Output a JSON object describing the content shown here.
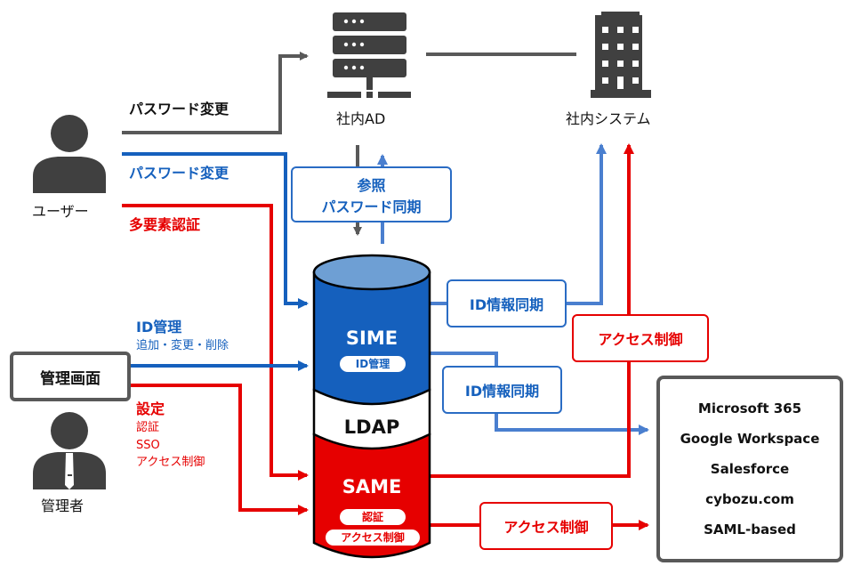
{
  "colors": {
    "gray": "#595959",
    "blue": "#1560bd",
    "light_blue": "#4a7fcf",
    "red": "#e60000",
    "icon": "#404040",
    "cyl_top": "#6e9fd4"
  },
  "nodes": {
    "ad": {
      "icon": "server-icon",
      "label": "社内AD"
    },
    "system": {
      "icon": "building-icon",
      "label": "社内システム"
    },
    "user": {
      "icon": "user-icon",
      "label": "ユーザー"
    },
    "admin": {
      "icon": "admin-icon",
      "label": "管理者"
    },
    "admin_console": {
      "label": "管理画面"
    }
  },
  "flows": {
    "user_pw_change_ad": "パスワード変更",
    "user_pw_change_sime": "パスワード変更",
    "user_mfa": "多要素認証",
    "id_mgmt_title": "ID管理",
    "id_mgmt_sub": "追加・変更・削除",
    "settings_title": "設定",
    "settings_items": [
      "認証",
      "SSO",
      "アクセス制御"
    ]
  },
  "boxes": {
    "ref_sync_line1": "参照",
    "ref_sync_line2": "パスワード同期",
    "id_sync_top": "ID情報同期",
    "id_sync_bottom": "ID情報同期",
    "access_ctrl_top": "アクセス制御",
    "access_ctrl_bottom": "アクセス制御"
  },
  "cylinder": {
    "sime": {
      "title": "SIME",
      "badge": "ID管理"
    },
    "ldap": {
      "title": "LDAP"
    },
    "same": {
      "title": "SAME",
      "badges": [
        "認証",
        "アクセス制御"
      ]
    }
  },
  "services": [
    "Microsoft 365",
    "Google Workspace",
    "Salesforce",
    "cybozu.com",
    "SAML-based"
  ]
}
